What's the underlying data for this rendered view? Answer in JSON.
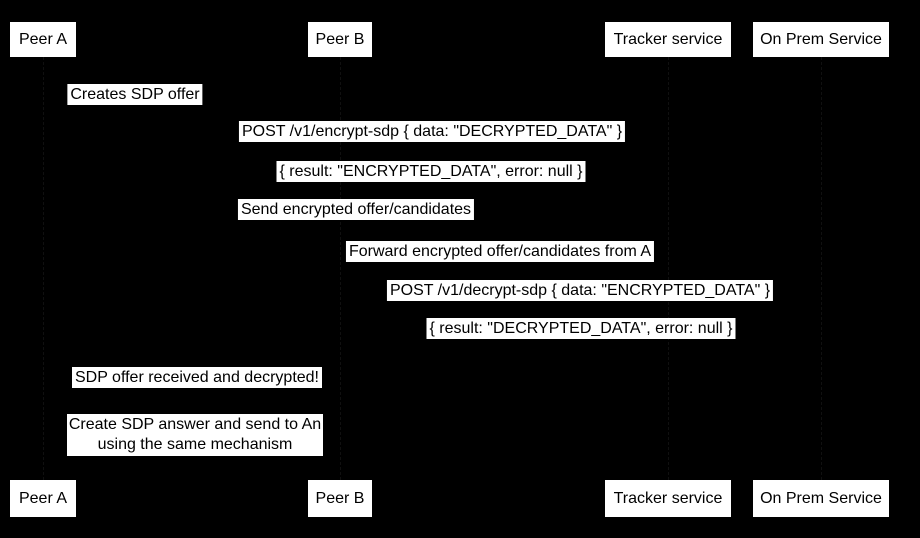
{
  "diagram": {
    "type": "sequence-diagram",
    "colors": {
      "background": "#000000",
      "label_fill": "#ffffff",
      "label_text": "#000000"
    },
    "participants": [
      {
        "label": "Peer A"
      },
      {
        "label": "Peer B"
      },
      {
        "label": "Tracker service"
      },
      {
        "label": "On Prem Service"
      }
    ],
    "messages": [
      {
        "text": "Creates SDP offer"
      },
      {
        "text": "POST /v1/encrypt-sdp { data: \"DECRYPTED_DATA\" }"
      },
      {
        "text": "{ result: \"ENCRYPTED_DATA\", error: null }"
      },
      {
        "text": "Send encrypted offer/candidates"
      },
      {
        "text": "Forward encrypted offer/candidates from A"
      },
      {
        "text": "POST /v1/decrypt-sdp { data: \"ENCRYPTED_DATA\" }"
      },
      {
        "text": "{ result: \"DECRYPTED_DATA\", error: null }"
      },
      {
        "text": "SDP offer received and decrypted!"
      }
    ],
    "note": {
      "text": "Create SDP answer and send to An using the same mechanism"
    }
  }
}
